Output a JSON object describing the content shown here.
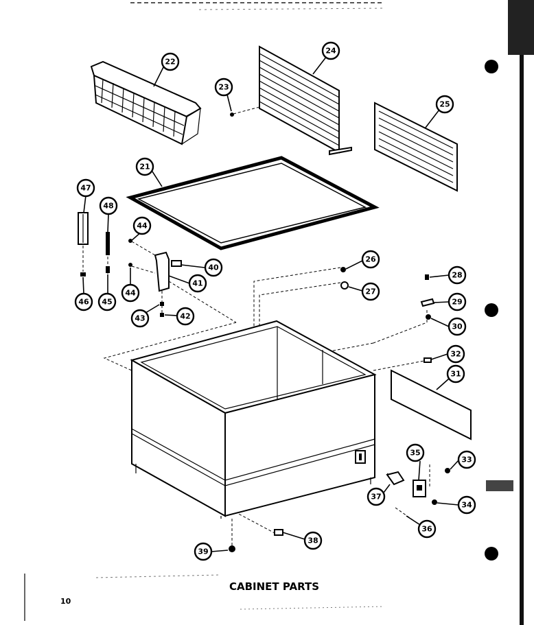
{
  "title": "CABINET PARTS",
  "page_number": "10",
  "callouts": [
    "21",
    "22",
    "23",
    "24",
    "25",
    "26",
    "27",
    "28",
    "29",
    "30",
    "31",
    "32",
    "33",
    "34",
    "35",
    "36",
    "37",
    "38",
    "39",
    "40",
    "41",
    "42",
    "43",
    "44",
    "45",
    "46",
    "47",
    "48"
  ]
}
